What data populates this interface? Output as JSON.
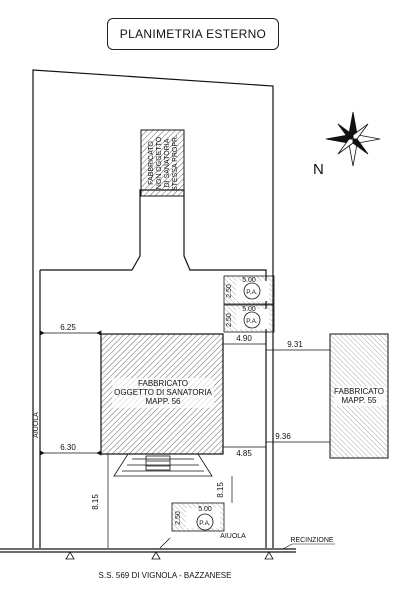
{
  "title": "PLANIMETRIA ESTERNO",
  "north": "N",
  "road": "S.S. 569  DI VIGNOLA  -  BAZZANESE",
  "labels": {
    "not_in_amnesty": [
      "FABBRICATO",
      "NON OGGETTO",
      "DI SANATORIA",
      "STESSA PROPR."
    ],
    "main_building": [
      "FABBRICATO",
      "OGGETTO DI SANATORIA",
      "MAPP. 56"
    ],
    "adjacent_building": [
      "FABBRICATO",
      "MAPP. 55"
    ],
    "aiuola_left": "AIUOLA",
    "aiuola_bottom": "AIUOLA",
    "recinzione": "RECINZIONE",
    "parking": "P.A."
  },
  "dimensions": {
    "d625": "6.25",
    "d630": "6.30",
    "d490": "4.90",
    "d485": "4.85",
    "d931": "9.31",
    "d936": "9.36",
    "d815a": "8.15",
    "d815b": "8.15",
    "p1_w": "5.00",
    "p1_h": "2.50",
    "p2_w": "5.00",
    "p2_h": "2.50",
    "p3_w": "5.00",
    "p3_h": "2.50"
  }
}
